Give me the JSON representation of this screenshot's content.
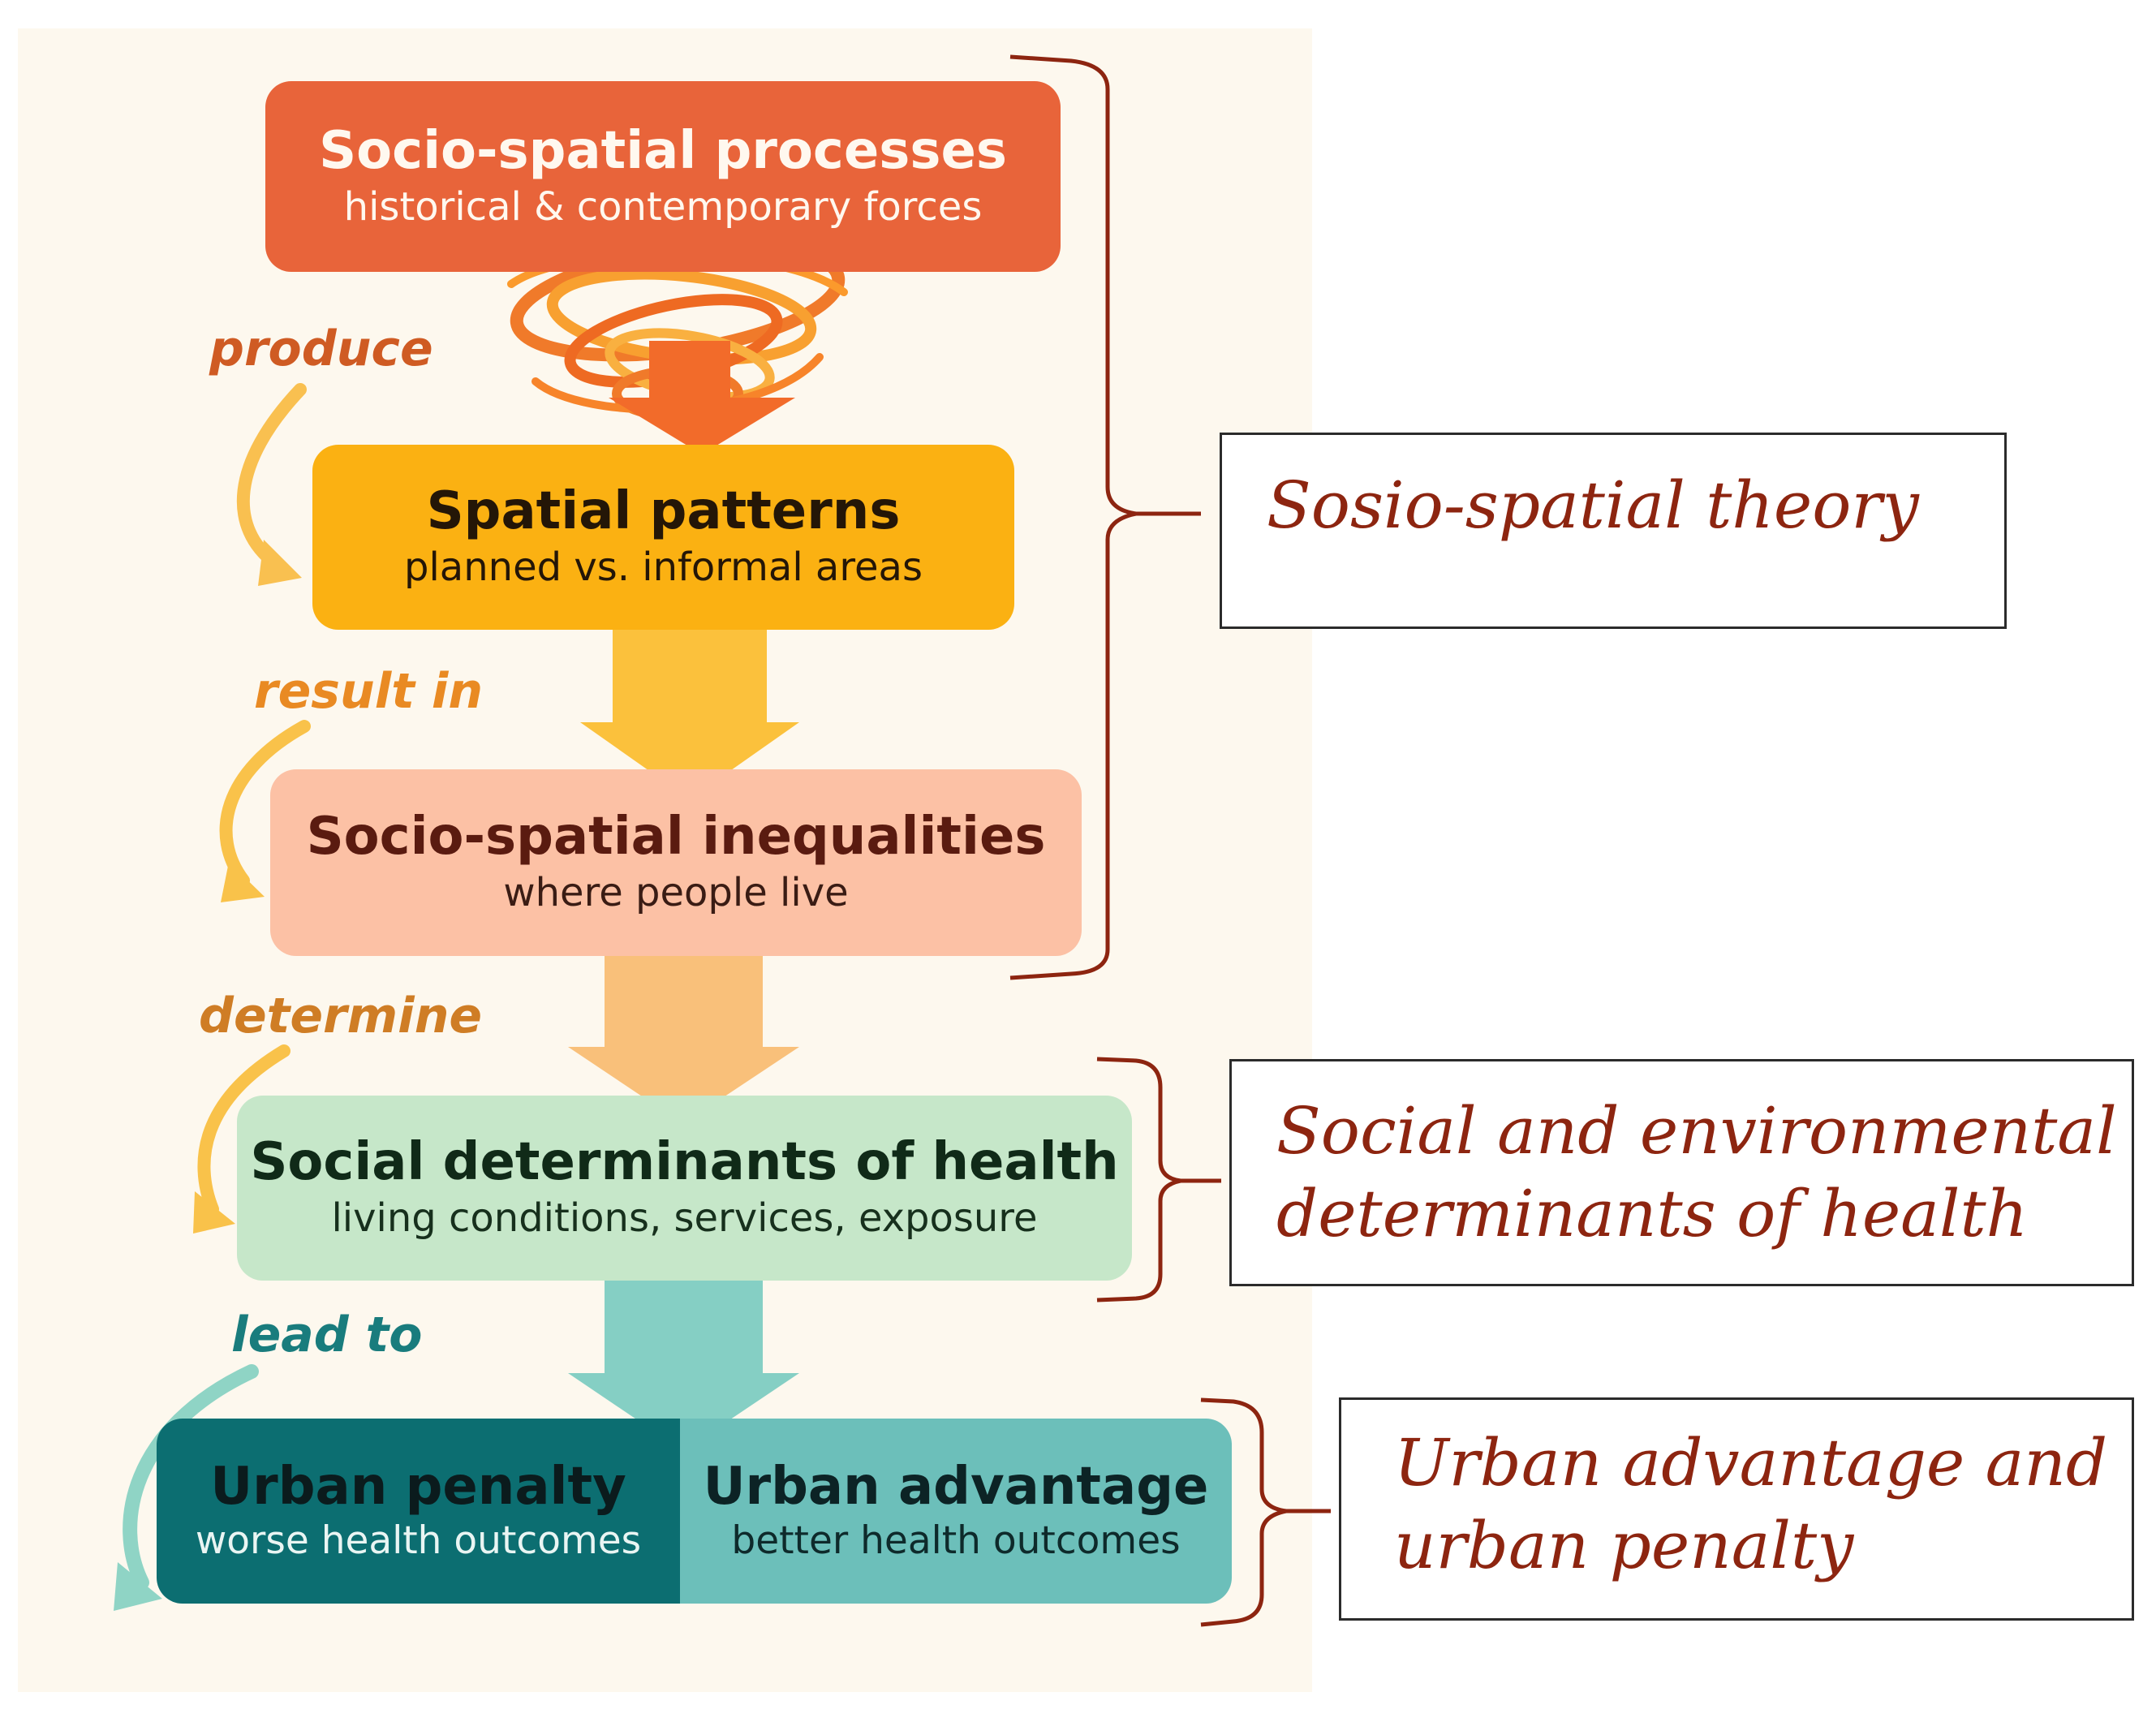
{
  "diagram": {
    "colors": {
      "processes": "#e8643a",
      "patterns": "#fbb112",
      "inequalities": "#fcc1a5",
      "determinants": "#c6e7c9",
      "penalty": "#0c6e71",
      "advantage": "#6cbfba",
      "bracket": "#8d2510"
    },
    "boxes": {
      "processes": {
        "title": "Socio-spatial processes",
        "subtitle": "historical & contemporary forces"
      },
      "patterns": {
        "title": "Spatial patterns",
        "subtitle": "planned vs. informal areas"
      },
      "inequalities": {
        "title": "Socio-spatial inequalities",
        "subtitle": "where people live"
      },
      "determinants": {
        "title": "Social determinants of health",
        "subtitle": "living conditions, services, exposure"
      },
      "penalty": {
        "title": "Urban penalty",
        "subtitle": "worse health outcomes"
      },
      "advantage": {
        "title": "Urban advantage",
        "subtitle": "better health outcomes"
      }
    },
    "verbs": {
      "produce": "produce",
      "result_in": "result in",
      "determine": "determine",
      "lead_to": "lead to"
    },
    "labels": {
      "theory": {
        "line1": "Sosio-spatial theory"
      },
      "determinants": {
        "line1": "Social and environmental",
        "line2": "determinants of health"
      },
      "urban": {
        "line1": "Urban advantage and",
        "line2": "urban penalty"
      }
    }
  }
}
